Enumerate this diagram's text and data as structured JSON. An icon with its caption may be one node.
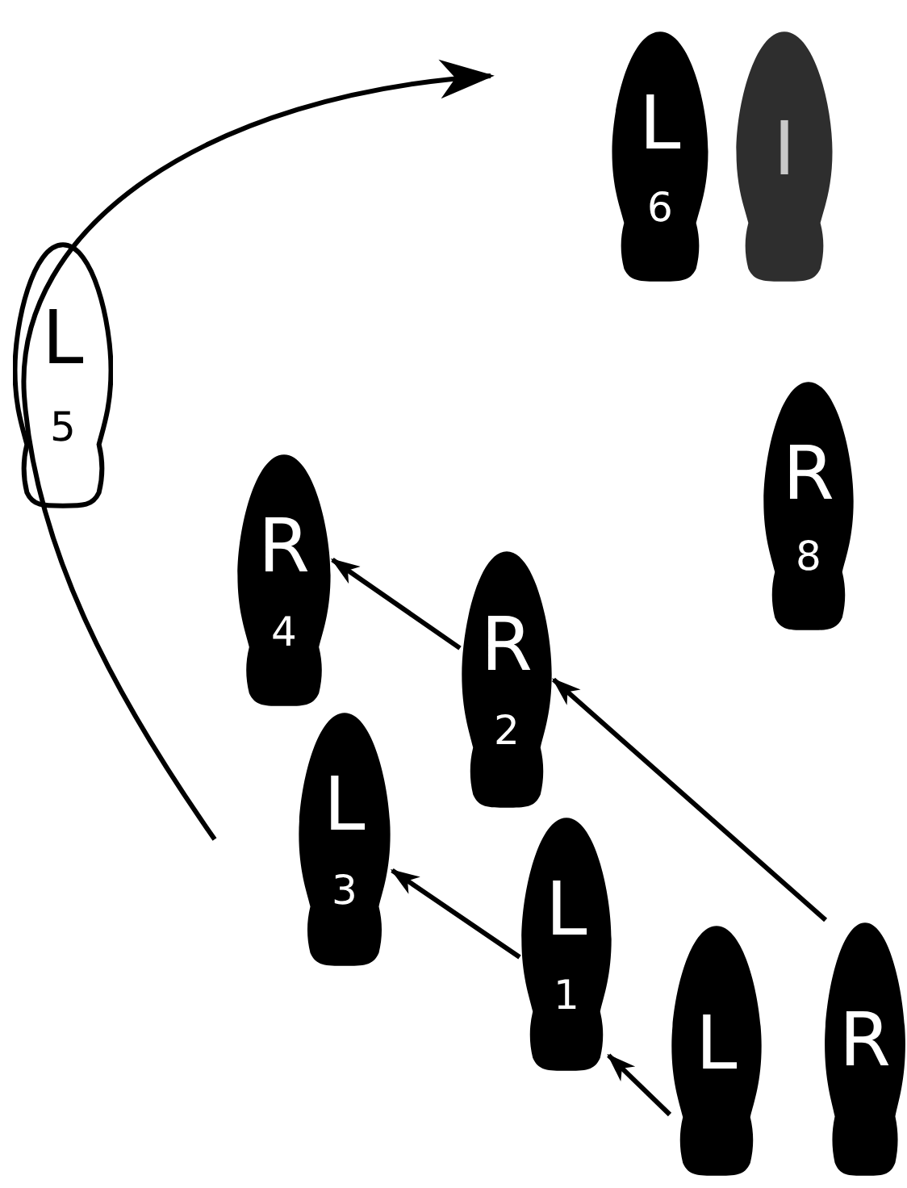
{
  "diagram": {
    "nodes": [
      {
        "text": [
          "L",
          "6"
        ]
      },
      {
        "text": [
          "I"
        ]
      },
      {
        "text": [
          "L",
          "5"
        ]
      },
      {
        "text": [
          "R",
          "8"
        ]
      },
      {
        "text": [
          "R",
          "4"
        ]
      },
      {
        "text": [
          "R",
          "2"
        ]
      },
      {
        "text": [
          "L",
          "3"
        ]
      },
      {
        "text": [
          "L",
          "1"
        ]
      },
      {
        "text": [
          "L"
        ]
      },
      {
        "text": [
          "R"
        ]
      }
    ],
    "edges": [
      {
        "from": 8,
        "to": 7,
        "arrow": "to"
      },
      {
        "from": 7,
        "to": 6,
        "arrow": "to"
      },
      {
        "from": 9,
        "to": 5,
        "arrow": "to"
      },
      {
        "from": 5,
        "to": 4,
        "arrow": "to"
      }
    ]
  }
}
